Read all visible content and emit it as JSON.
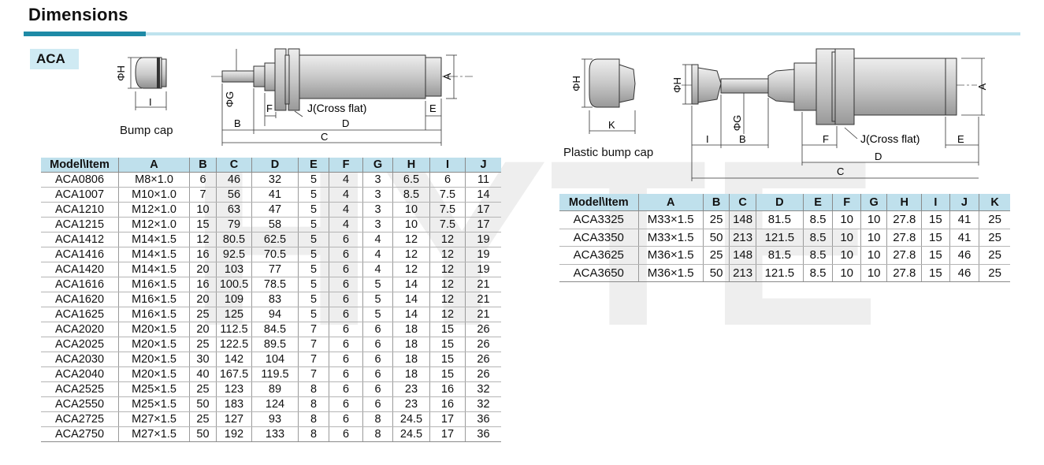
{
  "header": {
    "title": "Dimensions",
    "series_label": "ACA"
  },
  "watermark": "HYTE",
  "diagram_left": {
    "bump_cap_caption": "Bump cap",
    "labels": {
      "phi_h": "ΦH",
      "i": "I",
      "phi_g": "ΦG",
      "f": "F",
      "j_cross_flat": "J(Cross flat)",
      "e": "E",
      "a": "A",
      "b": "B",
      "d": "D",
      "c": "C"
    }
  },
  "diagram_right": {
    "bump_cap_caption": "Plastic bump cap",
    "labels": {
      "phi_h_cap": "ΦH",
      "k": "K",
      "phi_h": "ΦH",
      "phi_g": "ΦG",
      "i": "I",
      "b": "B",
      "f": "F",
      "j_cross_flat": "J(Cross flat)",
      "e": "E",
      "a": "A",
      "d": "D",
      "c": "C"
    }
  },
  "table_left": {
    "headers": [
      "Model\\Item",
      "A",
      "B",
      "C",
      "D",
      "E",
      "F",
      "G",
      "H",
      "I",
      "J"
    ],
    "rows": [
      [
        "ACA0806",
        "M8×1.0",
        "6",
        "46",
        "32",
        "5",
        "4",
        "3",
        "6.5",
        "6",
        "11"
      ],
      [
        "ACA1007",
        "M10×1.0",
        "7",
        "56",
        "41",
        "5",
        "4",
        "3",
        "8.5",
        "7.5",
        "14"
      ],
      [
        "ACA1210",
        "M12×1.0",
        "10",
        "63",
        "47",
        "5",
        "4",
        "3",
        "10",
        "7.5",
        "17"
      ],
      [
        "ACA1215",
        "M12×1.0",
        "15",
        "79",
        "58",
        "5",
        "4",
        "3",
        "10",
        "7.5",
        "17"
      ],
      [
        "ACA1412",
        "M14×1.5",
        "12",
        "80.5",
        "62.5",
        "5",
        "6",
        "4",
        "12",
        "12",
        "19"
      ],
      [
        "ACA1416",
        "M14×1.5",
        "16",
        "92.5",
        "70.5",
        "5",
        "6",
        "4",
        "12",
        "12",
        "19"
      ],
      [
        "ACA1420",
        "M14×1.5",
        "20",
        "103",
        "77",
        "5",
        "6",
        "4",
        "12",
        "12",
        "19"
      ],
      [
        "ACA1616",
        "M16×1.5",
        "16",
        "100.5",
        "78.5",
        "5",
        "6",
        "5",
        "14",
        "12",
        "21"
      ],
      [
        "ACA1620",
        "M16×1.5",
        "20",
        "109",
        "83",
        "5",
        "6",
        "5",
        "14",
        "12",
        "21"
      ],
      [
        "ACA1625",
        "M16×1.5",
        "25",
        "125",
        "94",
        "5",
        "6",
        "5",
        "14",
        "12",
        "21"
      ],
      [
        "ACA2020",
        "M20×1.5",
        "20",
        "112.5",
        "84.5",
        "7",
        "6",
        "6",
        "18",
        "15",
        "26"
      ],
      [
        "ACA2025",
        "M20×1.5",
        "25",
        "122.5",
        "89.5",
        "7",
        "6",
        "6",
        "18",
        "15",
        "26"
      ],
      [
        "ACA2030",
        "M20×1.5",
        "30",
        "142",
        "104",
        "7",
        "6",
        "6",
        "18",
        "15",
        "26"
      ],
      [
        "ACA2040",
        "M20×1.5",
        "40",
        "167.5",
        "119.5",
        "7",
        "6",
        "6",
        "18",
        "15",
        "26"
      ],
      [
        "ACA2525",
        "M25×1.5",
        "25",
        "123",
        "89",
        "8",
        "6",
        "6",
        "23",
        "16",
        "32"
      ],
      [
        "ACA2550",
        "M25×1.5",
        "50",
        "183",
        "124",
        "8",
        "6",
        "6",
        "23",
        "16",
        "32"
      ],
      [
        "ACA2725",
        "M27×1.5",
        "25",
        "127",
        "93",
        "8",
        "6",
        "8",
        "24.5",
        "17",
        "36"
      ],
      [
        "ACA2750",
        "M27×1.5",
        "50",
        "192",
        "133",
        "8",
        "6",
        "8",
        "24.5",
        "17",
        "36"
      ]
    ]
  },
  "table_right": {
    "headers": [
      "Model\\Item",
      "A",
      "B",
      "C",
      "D",
      "E",
      "F",
      "G",
      "H",
      "I",
      "J",
      "K"
    ],
    "rows": [
      [
        "ACA3325",
        "M33×1.5",
        "25",
        "148",
        "81.5",
        "8.5",
        "10",
        "10",
        "27.8",
        "15",
        "41",
        "25"
      ],
      [
        "ACA3350",
        "M33×1.5",
        "50",
        "213",
        "121.5",
        "8.5",
        "10",
        "10",
        "27.8",
        "15",
        "41",
        "25"
      ],
      [
        "ACA3625",
        "M36×1.5",
        "25",
        "148",
        "81.5",
        "8.5",
        "10",
        "10",
        "27.8",
        "15",
        "46",
        "25"
      ],
      [
        "ACA3650",
        "M36×1.5",
        "50",
        "213",
        "121.5",
        "8.5",
        "10",
        "10",
        "27.8",
        "15",
        "46",
        "25"
      ]
    ]
  }
}
